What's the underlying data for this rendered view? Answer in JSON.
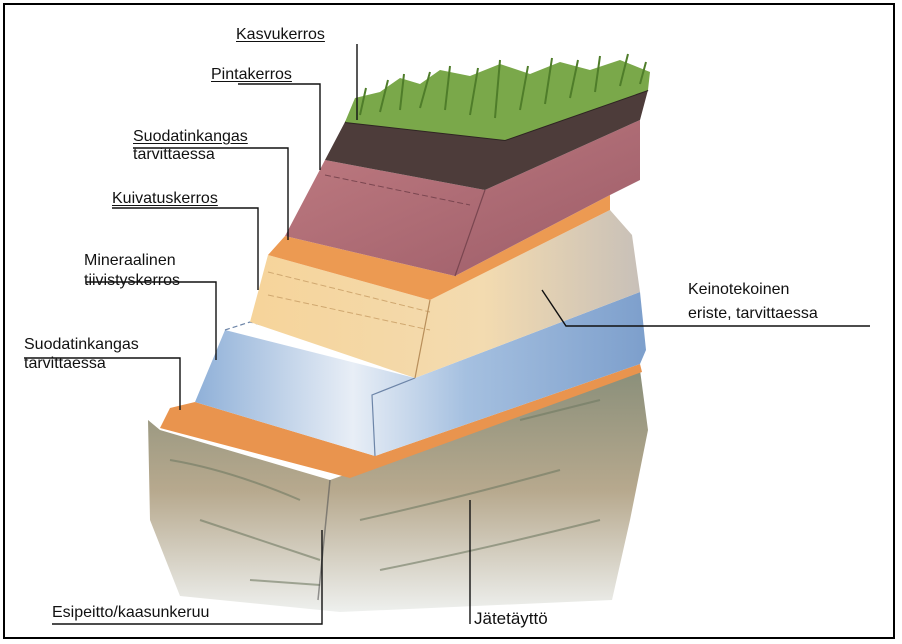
{
  "labels": {
    "kasvukerros": "Kasvukerros",
    "pintakerros": "Pintakerros",
    "suodatin_top_1": "Suodatinkangas",
    "suodatin_top_2": "tarvittaessa",
    "kuivatuskerros": "Kuivatuskerros",
    "mineraalinen_1": "Mineraalinen",
    "mineraalinen_2": "tiivistyskerros",
    "suodatin_bottom_1": "Suodatinkangas",
    "suodatin_bottom_2": "tarvittaessa",
    "esipeitto": "Esipeitto/kaasunkeruu",
    "jatetaytto": "Jätetäyttö",
    "keinotekoinen_1": "Keinotekoinen",
    "keinotekoinen_2": "eriste, tarvittaessa"
  },
  "colors": {
    "grass": "#7aa84a",
    "topsoil": "#4a3a36",
    "surface_layer": "#b5707a",
    "filter_fabric": "#e8954a",
    "drainage": "#f2cf96",
    "sealing": "#9ab8dc",
    "waste_fill": "#9aa38a"
  }
}
